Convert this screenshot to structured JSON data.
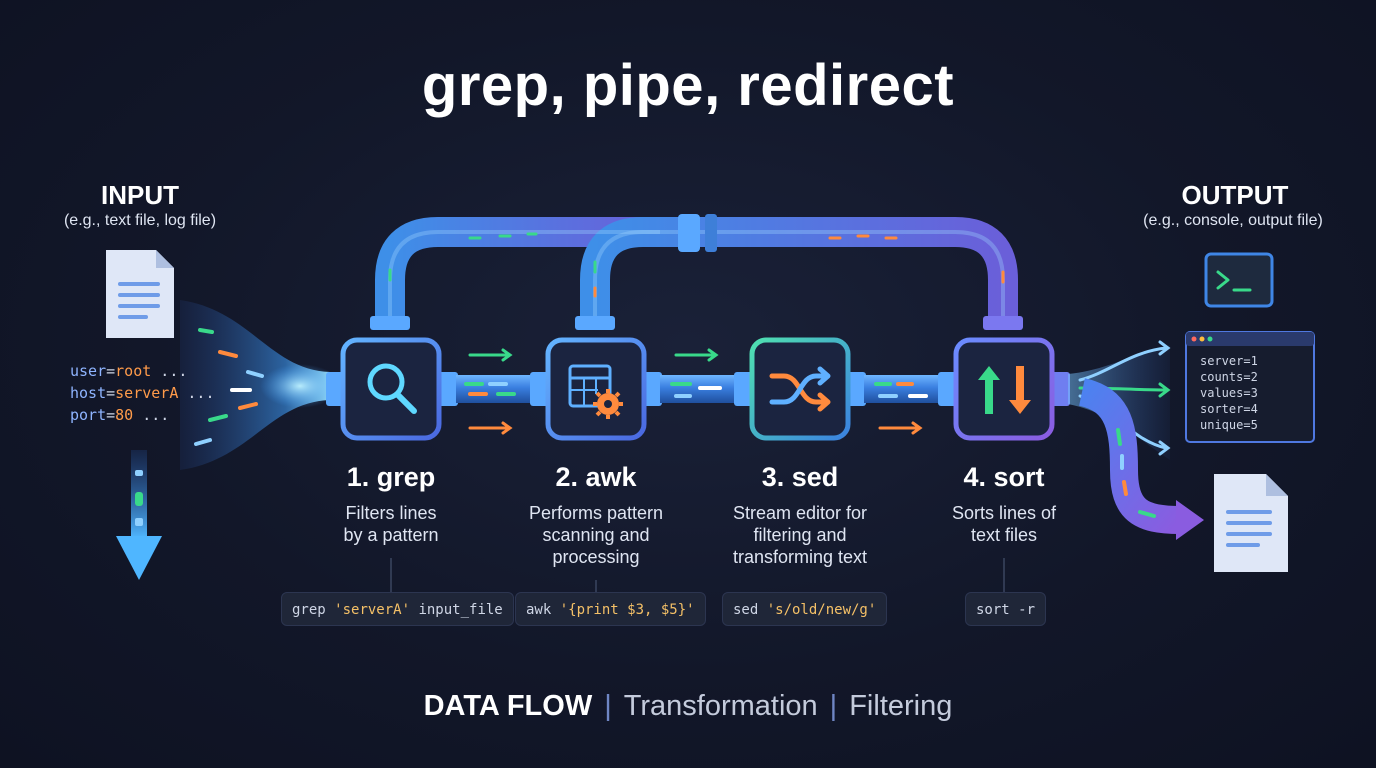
{
  "title": "grep, pipe, redirect",
  "input": {
    "title": "INPUT",
    "subtitle": "(e.g., text file, log file)",
    "lines": [
      {
        "key": "user",
        "value": "root",
        "ellipsis": " ..."
      },
      {
        "key": "host",
        "value": "serverA",
        "ellipsis": " ..."
      },
      {
        "key": "port",
        "value": "80",
        "ellipsis": " ..."
      }
    ]
  },
  "output": {
    "title": "OUTPUT",
    "subtitle": "(e.g., console, output file)",
    "terminal_prompt": ">_",
    "lines": [
      "server=1",
      "counts=2",
      "values=3",
      "sorter=4",
      "unique=5"
    ]
  },
  "stages": [
    {
      "title": "1. grep",
      "desc": [
        "Filters lines",
        "by a pattern"
      ],
      "cmd_pre": "grep ",
      "cmd_str": "'serverA'",
      "cmd_post": " input_file",
      "icon": "magnifier-icon"
    },
    {
      "title": "2. awk",
      "desc": [
        "Performs pattern",
        "scanning and",
        "processing"
      ],
      "cmd_pre": "awk ",
      "cmd_str": "'{print $3, $5}'",
      "cmd_post": "",
      "icon": "table-gear-icon"
    },
    {
      "title": "3. sed",
      "desc": [
        "Stream editor for",
        "filtering and",
        "transforming text"
      ],
      "cmd_pre": "sed ",
      "cmd_str": "'s/old/new/g'",
      "cmd_post": "",
      "icon": "shuffle-icon"
    },
    {
      "title": "4. sort",
      "desc": [
        "Sorts lines of",
        "text files"
      ],
      "cmd_pre": "sort ",
      "cmd_str": "",
      "cmd_post": "-r",
      "icon": "sort-arrows-icon"
    }
  ],
  "footer": {
    "main": "DATA FLOW",
    "sep": "|",
    "item1": "Transformation",
    "item2": "Filtering"
  },
  "colors": {
    "background": "#121729",
    "pipe_blue": "#3f86e6",
    "pipe_purple": "#7a5bd8",
    "accent_green": "#39d98a",
    "accent_orange": "#ff8a3d"
  }
}
